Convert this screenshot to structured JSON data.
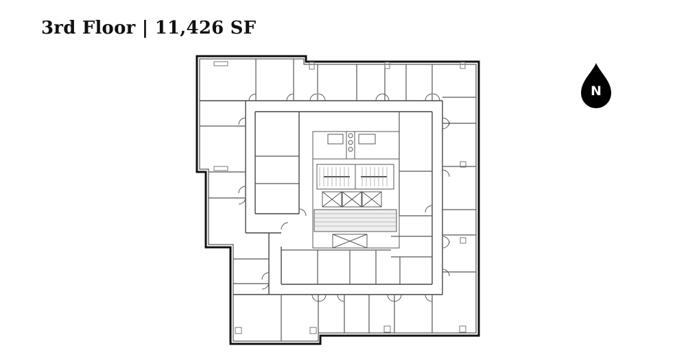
{
  "header": {
    "title": "3rd Floor | 11,426 SF",
    "floor_label": "3rd Floor",
    "area": "11,426 SF"
  },
  "compass": {
    "label": "N",
    "icon": "north-arrow-icon",
    "color": "#000000"
  },
  "floor_plan": {
    "floor": "3rd Floor",
    "square_feet": "11,426",
    "wall_color": "#111111",
    "line_color": "#555555",
    "background": "#ffffff"
  }
}
